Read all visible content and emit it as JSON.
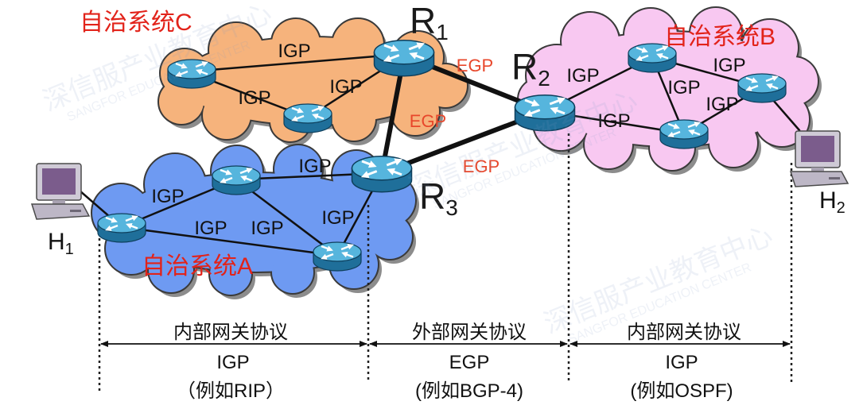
{
  "as_c": {
    "label": "自治系统C",
    "igp_links": [
      "IGP",
      "IGP",
      "IGP"
    ]
  },
  "as_b": {
    "label": "自治系统B",
    "igp_links": [
      "IGP",
      "IGP",
      "IGP",
      "IGP",
      "IGP"
    ]
  },
  "as_a": {
    "label": "自治系统A",
    "igp_links": [
      "IGP",
      "IGP",
      "IGP",
      "IGP",
      "IGP"
    ]
  },
  "egp_links": [
    "EGP",
    "EGP",
    "EGP"
  ],
  "routers": [
    {
      "letter": "R",
      "sub": "1"
    },
    {
      "letter": "R",
      "sub": "2"
    },
    {
      "letter": "R",
      "sub": "3"
    }
  ],
  "hosts": [
    {
      "letter": "H",
      "sub": "1"
    },
    {
      "letter": "H",
      "sub": "2"
    }
  ],
  "protocol_spans": [
    {
      "title": "内部网关协议",
      "protocol": "IGP",
      "example": "（例如RIP）"
    },
    {
      "title": "外部网关协议",
      "protocol": "EGP",
      "example": "(例如BGP-4)"
    },
    {
      "title": "内部网关协议",
      "protocol": "IGP",
      "example": "(例如OSPF)"
    }
  ],
  "colors": {
    "as_a_fill": "#6e9af2",
    "as_b_fill": "#f8c8f1",
    "as_c_fill": "#f6b37c",
    "cloud_shadow": "#8c8c8c",
    "as_label": "#e2231a",
    "egp_label": "#e8472b",
    "router_top": "#56b5dd",
    "router_body": "#1f6f9a"
  },
  "icons": {
    "router": "router-icon",
    "host": "computer-icon"
  },
  "watermark": {
    "cn": "深信服产业教育中心",
    "en": "SANGFOR EDUCATION CENTER"
  }
}
